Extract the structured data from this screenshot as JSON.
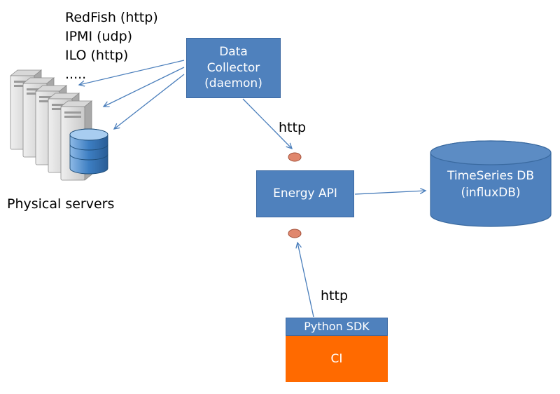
{
  "diagram": {
    "protocols": [
      "RedFish (http)",
      "IPMI (udp)",
      "ILO (http)",
      "....."
    ],
    "physical_servers_label": "Physical servers",
    "data_collector": {
      "label": "Data\nCollector\n(daemon)"
    },
    "energy_api": {
      "label": "Energy API"
    },
    "timeseries_db": {
      "label": "TimeSeries DB\n(influxDB)"
    },
    "python_sdk": {
      "label": "Python SDK"
    },
    "ci": {
      "label": "CI"
    },
    "http_label_top": "http",
    "http_label_bottom": "http",
    "colors": {
      "box_blue": "#4f81bd",
      "ci_orange": "#ff6a00",
      "arrow_blue": "#4a7ebb",
      "connector_salmon": "#e0876d"
    }
  }
}
